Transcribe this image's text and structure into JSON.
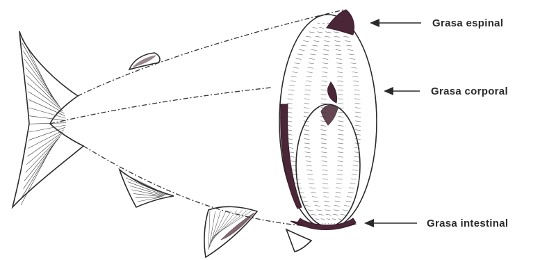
{
  "diagram": {
    "labels": {
      "spinal_fat": "Grasa espinal",
      "body_fat": "Grasa corporal",
      "intestinal_fat": "Grasa intestinal"
    },
    "colors": {
      "line": "#2a2a2a",
      "fat_deposit": "#4a2636",
      "background": "#ffffff"
    }
  }
}
